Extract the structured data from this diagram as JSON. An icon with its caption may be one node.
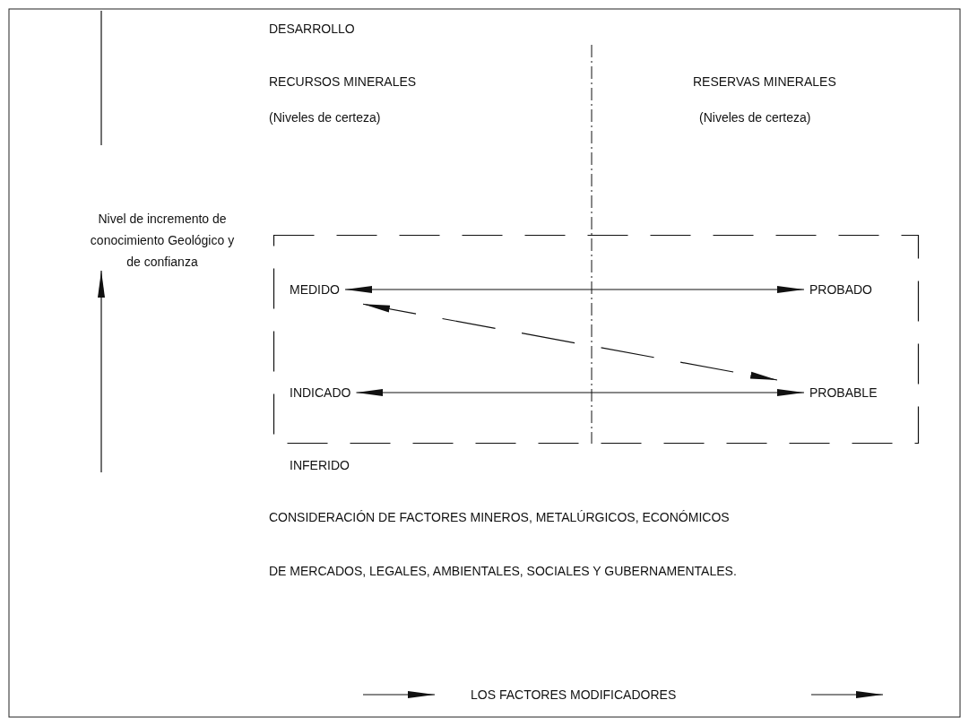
{
  "diagram": {
    "nodes": [
      {
        "text": [],
        "shape": "box"
      },
      {
        "text": [
          "MEDIDO"
        ],
        "in": 0
      },
      {
        "text": [
          "PROBADO"
        ],
        "in": 0
      },
      {
        "text": [
          "INDICADO"
        ],
        "in": 0
      },
      {
        "text": [
          "PROBABLE"
        ],
        "in": 0
      }
    ],
    "edges": [
      {
        "from": 1,
        "to": 2,
        "arrow": "both"
      },
      {
        "from": 3,
        "to": 4,
        "arrow": "both"
      },
      {
        "from": 1,
        "to": 4,
        "arrow": "both",
        "style": "dashed"
      }
    ],
    "labels": [
      "DESARROLLO",
      "RECURSOS MINERALES",
      "(Niveles de certeza)",
      "RESERVAS  MINERALES",
      "(Niveles de certeza)",
      "Nivel de incremento de conocimiento Geológico y de confianza",
      "INFERIDO",
      "CONSIDERACIÓN DE FACTORES MINEROS, METALÚRGICOS, ECONÓMICOS",
      "DE MERCADOS, LEGALES, AMBIENTALES, SOCIALES Y GUBERNAMENTALES.",
      "LOS FACTORES MODIFICADORES"
    ]
  }
}
